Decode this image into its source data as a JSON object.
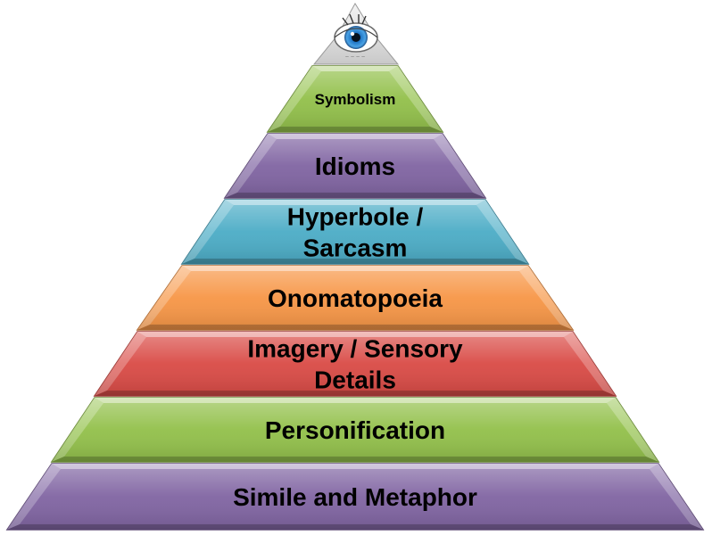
{
  "diagram": {
    "type": "pyramid",
    "apex": {
      "icon": "eye-icon"
    },
    "tiers": [
      {
        "key": "symbolism",
        "lines": [
          "Symbolism"
        ],
        "color": "#92c04a",
        "size": "small"
      },
      {
        "key": "idioms",
        "lines": [
          "Idioms"
        ],
        "color": "#8064a2",
        "size": "large"
      },
      {
        "key": "hyperbole",
        "lines": [
          "Hyperbole /",
          "Sarcasm"
        ],
        "color": "#4bacc6",
        "size": "large"
      },
      {
        "key": "onomatopoeia",
        "lines": [
          "Onomatopoeia"
        ],
        "color": "#f79646",
        "size": "large"
      },
      {
        "key": "imagery",
        "lines": [
          "Imagery / Sensory",
          "Details"
        ],
        "color": "#d94a45",
        "size": "large"
      },
      {
        "key": "personification",
        "lines": [
          "Personification"
        ],
        "color": "#92c04a",
        "size": "large"
      },
      {
        "key": "simile",
        "lines": [
          "Simile and Metaphor"
        ],
        "color": "#8064a2",
        "size": "large"
      }
    ]
  }
}
